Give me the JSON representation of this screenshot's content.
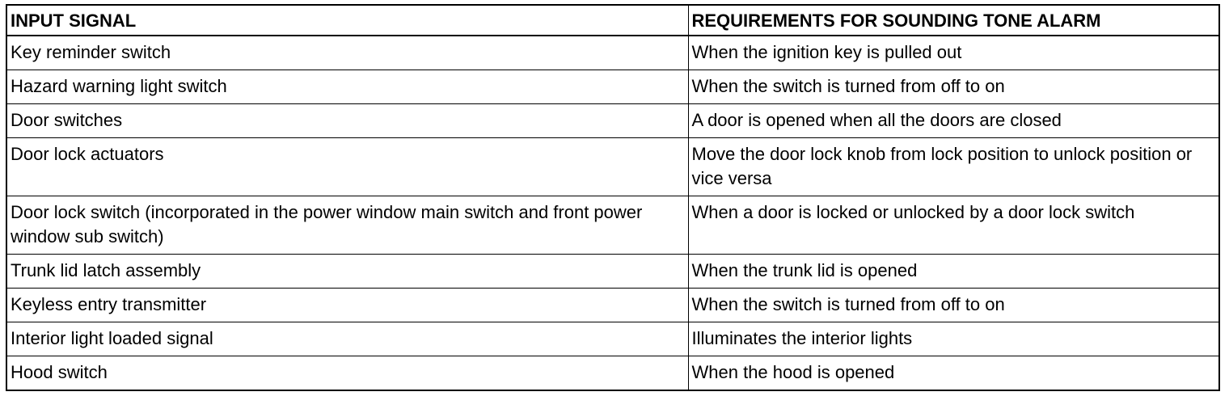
{
  "table": {
    "headers": [
      "INPUT SIGNAL",
      "REQUIREMENTS FOR SOUNDING TONE ALARM"
    ],
    "rows": [
      [
        "Key reminder switch",
        "When the ignition key is pulled out"
      ],
      [
        "Hazard warning light switch",
        "When the switch is turned from off to on"
      ],
      [
        "Door switches",
        "A door is opened when all the doors are closed"
      ],
      [
        "Door lock actuators",
        "Move the door lock knob from lock position to unlock position or vice versa"
      ],
      [
        "Door lock switch (incorporated in the power window main switch and front power window sub switch)",
        "When a door is locked or unlocked by a door lock switch"
      ],
      [
        "Trunk lid latch assembly",
        "When the trunk lid is opened"
      ],
      [
        "Keyless entry transmitter",
        "When the switch is turned from off to on"
      ],
      [
        "Interior light loaded signal",
        "Illuminates the interior lights"
      ],
      [
        "Hood switch",
        "When the hood is opened"
      ]
    ]
  }
}
